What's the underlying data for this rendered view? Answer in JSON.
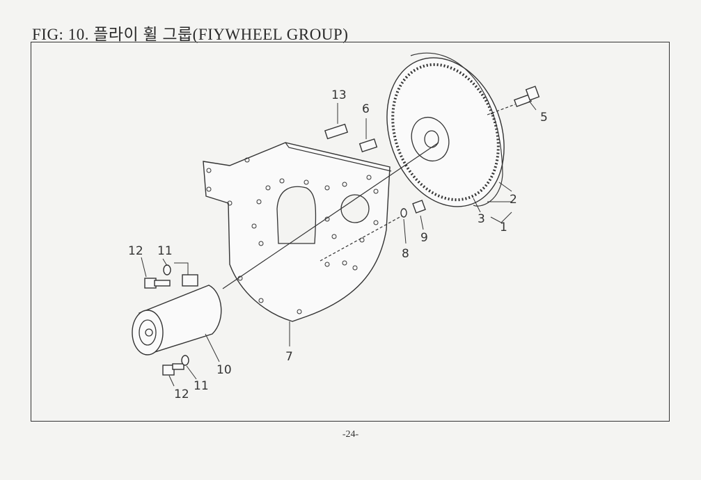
{
  "title": "FIG: 10. 플라이 휠 그룹(FIYWHEEL GROUP)",
  "page_number": "-24-",
  "callouts": {
    "c13": "13",
    "c6": "6",
    "c5": "5",
    "c2": "2",
    "c3": "3",
    "c1": "1",
    "c9": "9",
    "c8": "8",
    "c12a": "12",
    "c11a": "11",
    "c7": "7",
    "c10": "10",
    "c11b": "11",
    "c12b": "12"
  }
}
